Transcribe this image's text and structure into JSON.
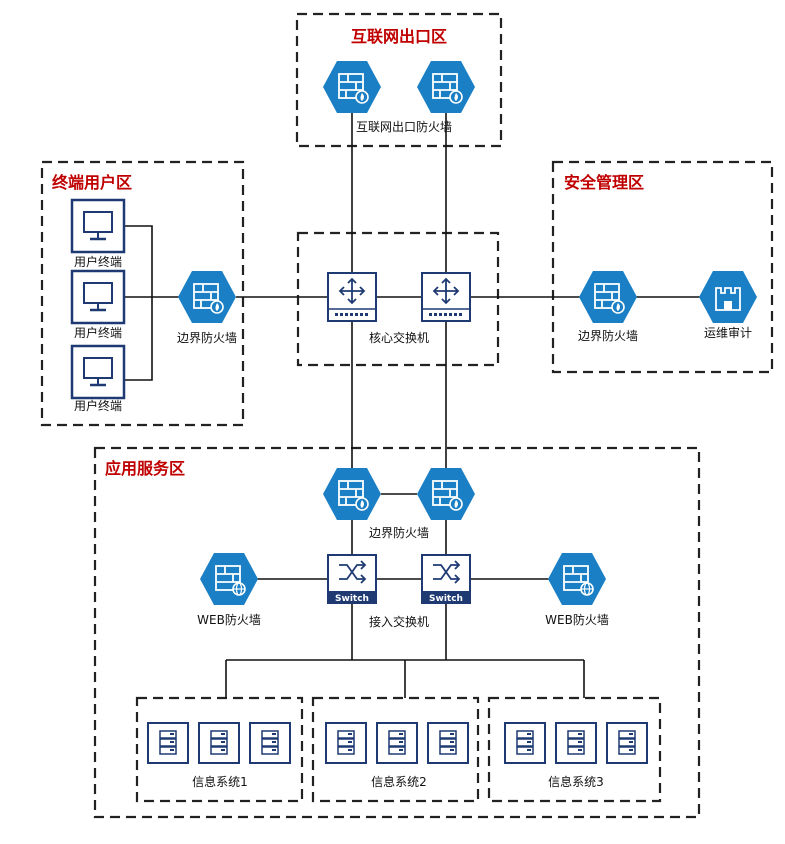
{
  "zones": {
    "internet": "互联网出口区",
    "terminal": "终端用户区",
    "security": "安全管理区",
    "service": "应用服务区"
  },
  "labels": {
    "internet_fw": "互联网出口防火墙",
    "user1": "用户终端",
    "user2": "用户终端",
    "user3": "用户终端",
    "terminal_fw": "边界防火墙",
    "core_switch": "核心交换机",
    "security_fw": "边界防火墙",
    "audit": "运维审计",
    "service_fw": "边界防火墙",
    "web_fw_left": "WEB防火墙",
    "web_fw_right": "WEB防火墙",
    "access_switch": "接入交换机",
    "switch_text_left": "Switch",
    "switch_text_right": "Switch",
    "info1": "信息系统1",
    "info2": "信息系统2",
    "info3": "信息系统3"
  },
  "icons": {
    "firewall": "firewall-icon",
    "web_firewall": "web-firewall-icon",
    "audit": "castle-audit-icon",
    "user_terminal": "monitor-icon",
    "core_switch": "core-switch-icon",
    "access_switch": "access-switch-icon",
    "server": "server-icon"
  },
  "colors": {
    "zone_title": "#c00000",
    "device_blue": "#1a7fc4",
    "device_navy": "#1f3a73"
  }
}
